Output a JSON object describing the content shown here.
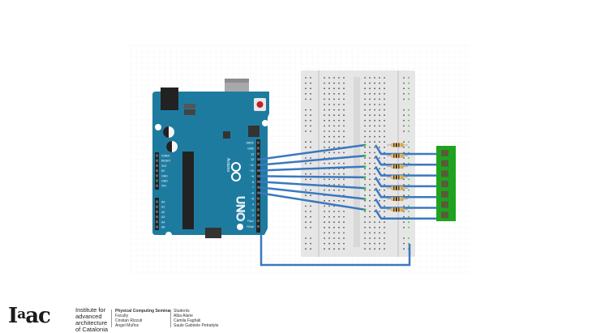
{
  "diagram": {
    "title": "Arduino UNO with 7 LEDs through resistors on breadboard",
    "arduino": {
      "label": "UNO",
      "brand": "Arduino",
      "reset_label": "RESET",
      "icsp_label": "ICSP",
      "digital_label": "DIGITAL (PWM~)",
      "power_label": "POWER",
      "analog_label": "ANALOG IN",
      "digital_pins": [
        "AREF",
        "GND",
        "13",
        "12",
        "~11",
        "~10",
        "~9",
        "8",
        "7",
        "~6",
        "~5",
        "4",
        "~3",
        "2",
        "TX▸1",
        "RX◂0"
      ],
      "power_pins": [
        "IOREF",
        "RESET",
        "3V3",
        "5V",
        "GND",
        "GND",
        "VIN"
      ],
      "analog_pins": [
        "A0",
        "A1",
        "A2",
        "A3",
        "A4",
        "A5"
      ],
      "color": "#1e7ba0"
    },
    "connections": {
      "wired_digital_pins": [
        "12",
        "~11",
        "~10",
        "~9",
        "8",
        "7",
        "~6"
      ],
      "ground_wire": "GND to breadboard power rail",
      "wire_color": "#3a78c0"
    },
    "resistors": {
      "count": 7
    },
    "led_bar": {
      "segments": 7,
      "color": "#1fa31f",
      "segment_color": "#5a5a3c"
    },
    "breadboard": {
      "color": "#e4e4e4"
    }
  },
  "footer": {
    "logo_main": "I",
    "logo_sup": "a",
    "logo_rest": "ac",
    "institute": [
      "Institute for",
      "advanced",
      "architecture",
      "of Catalonia"
    ],
    "seminar_title": "Physical Computing Seminar",
    "faculty_label": "Faculty",
    "faculty": [
      "Cristian Rizzuti",
      "Angel Muñoz"
    ],
    "students_label": "Students",
    "students": [
      "Alba Alarie",
      "Camila Faghali",
      "Saule Gabriele Petraityte"
    ]
  }
}
